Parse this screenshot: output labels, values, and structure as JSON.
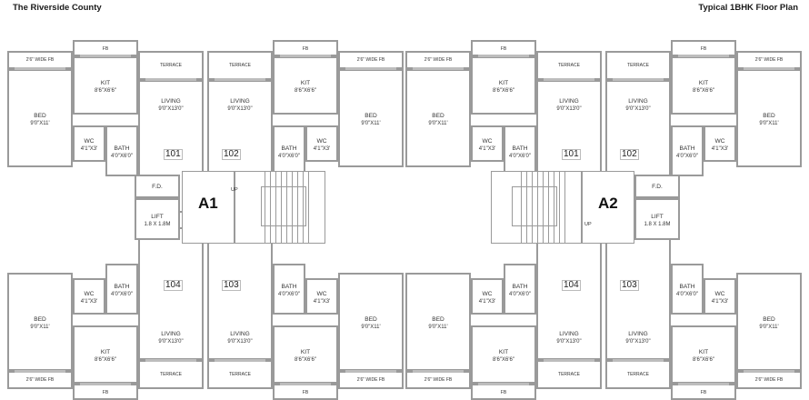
{
  "header": {
    "project_name": "The Riverside County",
    "plan_title": "Typical 1BHK Floor Plan"
  },
  "labels": {
    "fb": "FB",
    "wide_fb": "2'6\" WIDE FB",
    "kit": "KIT",
    "kit_dim": "8'6\"X6'6\"",
    "bed": "BED",
    "bed_dim": "9'0\"X11'",
    "wc": "WC",
    "wc_dim": "4'1\"X3'",
    "bath": "BATH",
    "bath_dim": "4'0\"X6'0\"",
    "living": "LIVING",
    "living_dim": "9'0\"X13'0\"",
    "terrace": "TERRACE",
    "fd": "F.D.",
    "lift": "LIFT",
    "lift_dim": "1.8 X 1.8M",
    "up": "UP"
  },
  "wings": [
    {
      "name": "A1",
      "units": [
        "101",
        "102",
        "103",
        "104"
      ]
    },
    {
      "name": "A2",
      "units": [
        "101",
        "102",
        "103",
        "104"
      ]
    }
  ],
  "colors": {
    "wall": "#9a9a9a",
    "window": "#bdbdbd",
    "text": "#333333",
    "background": "#ffffff"
  }
}
